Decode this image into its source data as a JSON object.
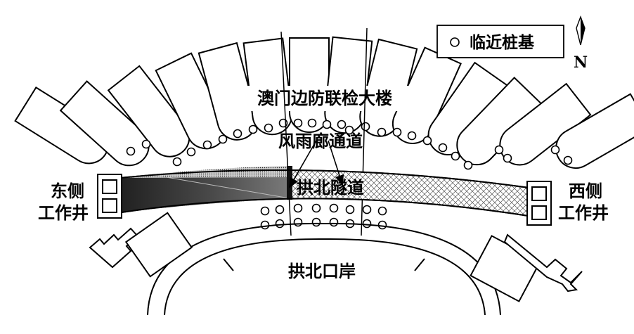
{
  "labels": {
    "building": "澳门边防联检大楼",
    "corridor": "风雨廊通道",
    "tunnel": "拱北隧道",
    "port": "拱北口岸",
    "east_line1": "东侧",
    "east_line2": "工作井",
    "west_line1": "西侧",
    "west_line2": "工作井"
  },
  "legend": {
    "item": "临近桩基"
  },
  "north": {
    "label": "N"
  }
}
